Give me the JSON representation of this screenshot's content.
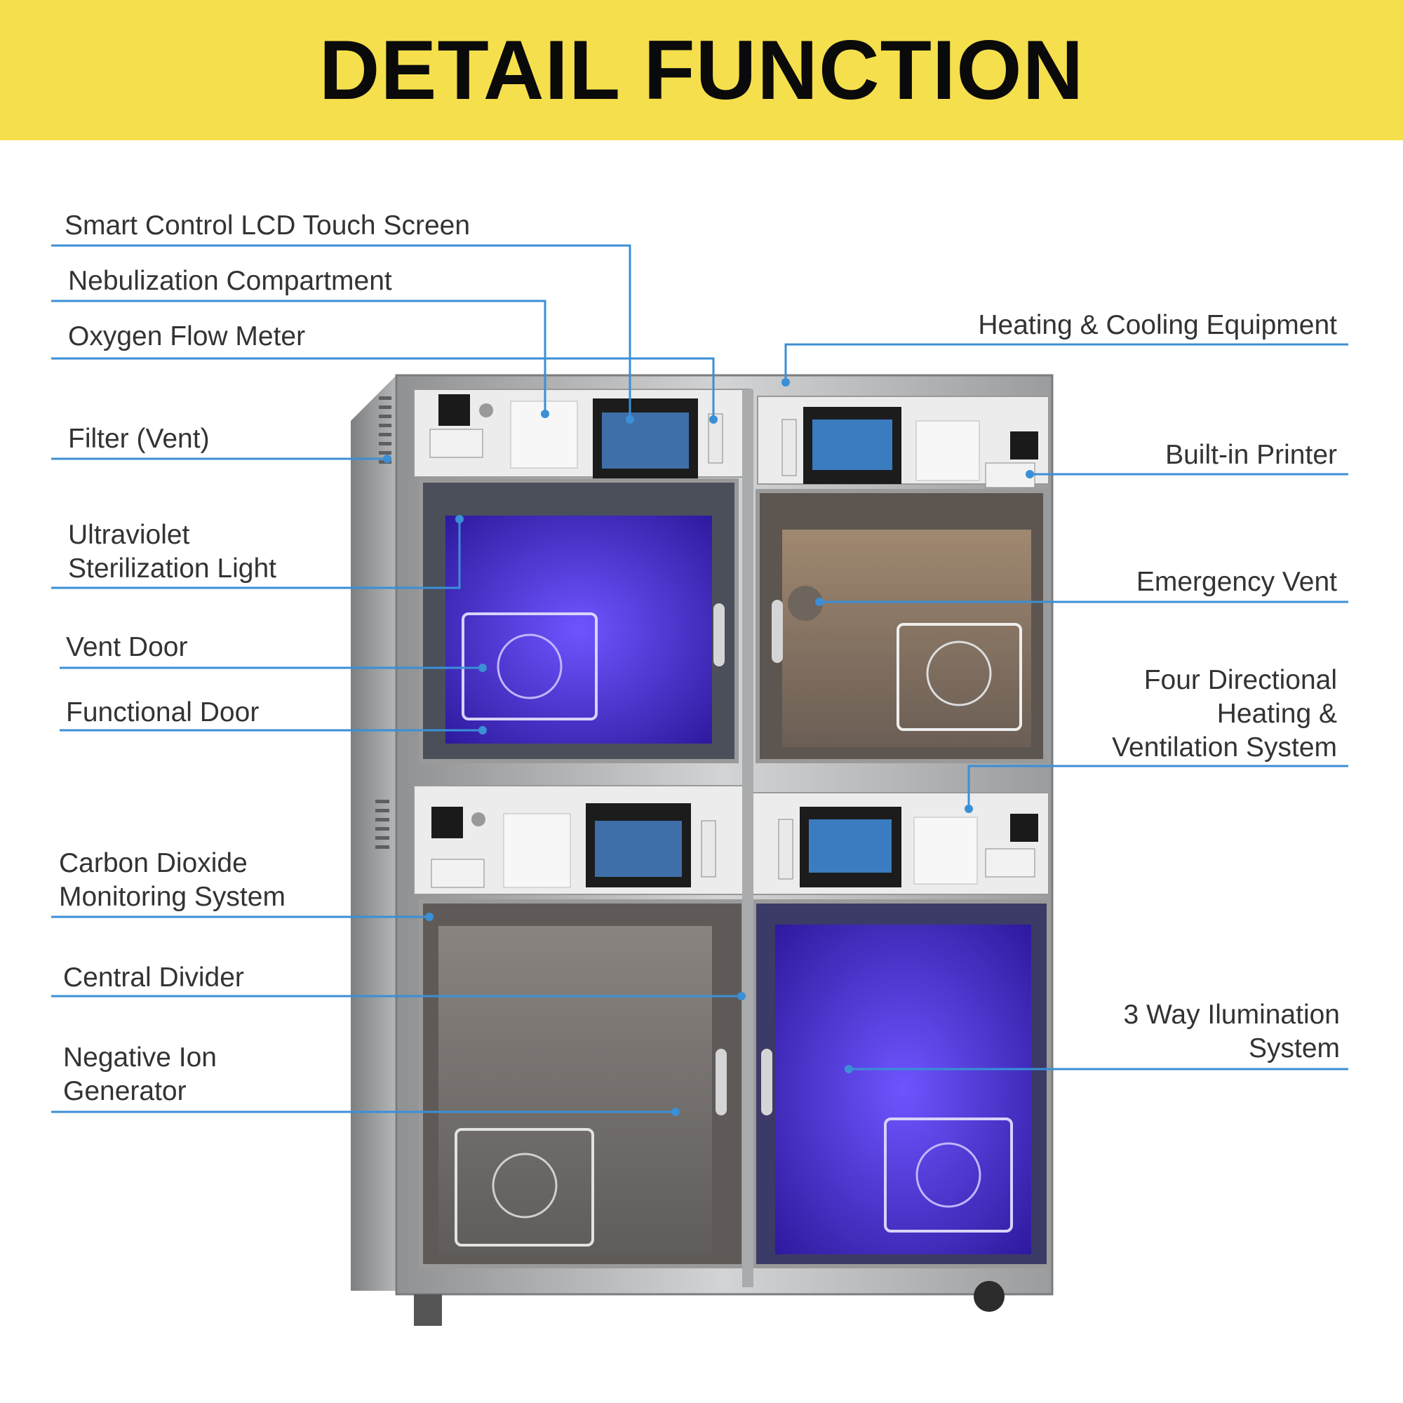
{
  "title": "DETAIL FUNCTION",
  "colors": {
    "banner": "#f5df4d",
    "leader_line": "#3b8fd6",
    "text": "#333333",
    "uv_glow": "#4a2fd8",
    "stainless": "#c8c8c8"
  },
  "labels_left": [
    {
      "id": "smart-control-lcd",
      "lines": [
        "Smart Control LCD Touch Screen"
      ]
    },
    {
      "id": "nebulization",
      "lines": [
        "Nebulization Compartment"
      ]
    },
    {
      "id": "oxygen-flow-meter",
      "lines": [
        "Oxygen Flow Meter"
      ]
    },
    {
      "id": "filter-vent",
      "lines": [
        "Filter (Vent)"
      ]
    },
    {
      "id": "uv-light",
      "lines": [
        "Ultraviolet",
        "Sterilization Light"
      ]
    },
    {
      "id": "vent-door",
      "lines": [
        "Vent Door"
      ]
    },
    {
      "id": "functional-door",
      "lines": [
        "Functional Door"
      ]
    },
    {
      "id": "co2-monitoring",
      "lines": [
        "Carbon Dioxide",
        "Monitoring System"
      ]
    },
    {
      "id": "central-divider",
      "lines": [
        "Central Divider"
      ]
    },
    {
      "id": "negative-ion",
      "lines": [
        "Negative Ion",
        "Generator"
      ]
    }
  ],
  "labels_right": [
    {
      "id": "heating-cooling",
      "lines": [
        "Heating & Cooling Equipment"
      ]
    },
    {
      "id": "built-in-printer",
      "lines": [
        "Built-in Printer"
      ]
    },
    {
      "id": "emergency-vent",
      "lines": [
        "Emergency Vent"
      ]
    },
    {
      "id": "four-directional",
      "lines": [
        "Four Directional",
        "Heating &",
        "Ventilation System"
      ]
    },
    {
      "id": "three-way-illumination",
      "lines": [
        "3 Way Ilumination",
        "System"
      ]
    }
  ]
}
